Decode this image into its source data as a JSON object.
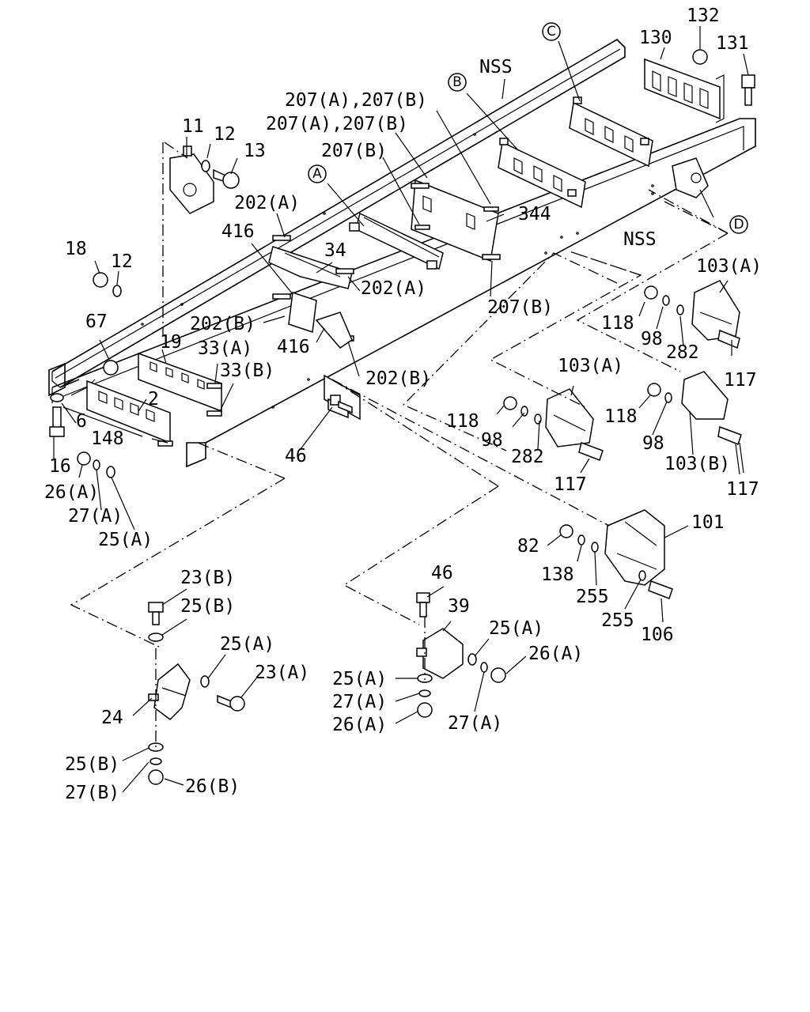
{
  "labels": {
    "p132": "132",
    "p130": "130",
    "p131": "131",
    "circC": "C",
    "nss1": "NSS",
    "p207a": "207(A),207(B)",
    "p207b": "207(A),207(B)",
    "circB": "B",
    "p11": "11",
    "p12a": "12",
    "p13": "13",
    "p207c": "207(B)",
    "circA": "A",
    "p202a1": "202(A)",
    "p344": "344",
    "p416a": "416",
    "p34": "34",
    "circD": "D",
    "nss2": "NSS",
    "p18": "18",
    "p12b": "12",
    "p202a2": "202(A)",
    "p207d": "207(B)",
    "p103a1": "103(A)",
    "p67": "67",
    "p202b1": "202(B)",
    "p416b": "416",
    "p118a": "118",
    "p98a": "98",
    "p282a": "282",
    "p19": "19",
    "p33a": "33(A)",
    "p33b": "33(B)",
    "p202b2": "202(B)",
    "p117a": "117",
    "p103a2": "103(A)",
    "p2": "2",
    "p6": "6",
    "p118b": "118",
    "p118c": "118",
    "p148": "148",
    "p98b": "98",
    "p98c": "98",
    "p282b": "282",
    "p103b": "103(B)",
    "p16": "16",
    "p46a": "46",
    "p26a1": "26(A)",
    "p117b": "117",
    "p117c": "117",
    "p27a1": "27(A)",
    "p101": "101",
    "p25a1": "25(A)",
    "p82": "82",
    "p138": "138",
    "p23b": "23(B)",
    "p46b": "46",
    "p255a": "255",
    "p25b1": "25(B)",
    "p39": "39",
    "p255b": "255",
    "p25a2": "25(A)",
    "p106": "106",
    "p25a3": "25(A)",
    "p26a2": "26(A)",
    "p23a": "23(A)",
    "p25a4": "25(A)",
    "p27a2": "27(A)",
    "p24": "24",
    "p26a3": "26(A)",
    "p27a3": "27(A)",
    "p25b2": "25(B)",
    "p26b": "26(B)",
    "p27b": "27(B)"
  }
}
